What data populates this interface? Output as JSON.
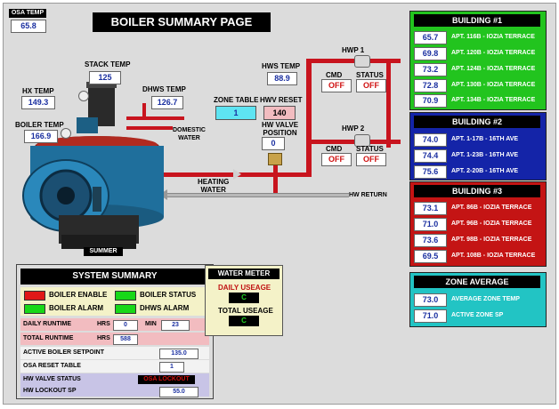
{
  "page_title": "BOILER SUMMARY PAGE",
  "osa": {
    "label": "OSA TEMP",
    "value": "65.8"
  },
  "boiler": {
    "stack_temp_label": "STACK TEMP",
    "stack_temp": "125",
    "hx_temp_label": "HX TEMP",
    "hx_temp": "149.3",
    "boiler_temp_label": "BOILER TEMP",
    "boiler_temp": "166.9",
    "dhws_temp_label": "DHWS TEMP",
    "dhws_temp": "126.7",
    "mode": "SUMMER",
    "domestic_water_label": "DOMESTIC\nWATER",
    "heating_water_label": "HEATING\nWATER",
    "hw_return_label": "HW RETURN"
  },
  "zone_table": {
    "label": "ZONE TABLE",
    "value": "1"
  },
  "hwv_reset": {
    "label": "HWV RESET",
    "value": "140"
  },
  "hw_valve": {
    "label": "HW VALVE\nPOSITION",
    "value": "0"
  },
  "hws_temp": {
    "label": "HWS TEMP",
    "value": "88.9"
  },
  "hwp1": {
    "label": "HWP 1",
    "cmd_label": "CMD",
    "status_label": "STATUS",
    "cmd": "OFF",
    "status": "OFF"
  },
  "hwp2": {
    "label": "HWP 2",
    "cmd_label": "CMD",
    "status_label": "STATUS",
    "cmd": "OFF",
    "status": "OFF"
  },
  "buildings": [
    {
      "title": "BUILDING #1",
      "color": "#22c41e",
      "rows": [
        {
          "value": "65.7",
          "name": "APT. 116B - IOZIA TERRACE"
        },
        {
          "value": "69.8",
          "name": "APT. 120B - IOZIA TERRACE"
        },
        {
          "value": "73.2",
          "name": "APT. 124B - IOZIA TERRACE"
        },
        {
          "value": "72.8",
          "name": "APT. 130B - IOZIA TERRACE"
        },
        {
          "value": "70.9",
          "name": "APT. 134B - IOZIA TERRACE"
        }
      ]
    },
    {
      "title": "BUILDING #2",
      "color": "#1424a8",
      "rows": [
        {
          "value": "74.0",
          "name": "APT. 1-17B - 16TH AVE"
        },
        {
          "value": "74.4",
          "name": "APT. 1-23B - 16TH AVE"
        },
        {
          "value": "75.6",
          "name": "APT. 2-20B - 16TH AVE"
        }
      ]
    },
    {
      "title": "BUILDING #3",
      "color": "#c41414",
      "rows": [
        {
          "value": "73.1",
          "name": "APT. 86B - IOZIA TERRACE"
        },
        {
          "value": "71.0",
          "name": "APT. 96B - IOZIA TERRACE"
        },
        {
          "value": "73.6",
          "name": "APT. 98B - IOZIA TERRACE"
        },
        {
          "value": "69.5",
          "name": "APT. 108B - IOZIA TERRACE"
        }
      ]
    }
  ],
  "zone_average": {
    "title": "ZONE AVERAGE",
    "color": "#22c4c4",
    "rows": [
      {
        "value": "73.0",
        "name": "AVERAGE ZONE TEMP"
      },
      {
        "value": "71.0",
        "name": "ACTIVE ZONE SP"
      }
    ]
  },
  "system_summary": {
    "title": "SYSTEM SUMMARY",
    "boiler_enable": "BOILER ENABLE",
    "boiler_enable_color": "#e01818",
    "boiler_status": "BOILER STATUS",
    "boiler_status_color": "#18d818",
    "boiler_alarm": "BOILER ALARM",
    "boiler_alarm_color": "#18d818",
    "dhws_alarm": "DHWS ALARM",
    "dhws_alarm_color": "#18d818",
    "daily_runtime_label": "DAILY RUNTIME",
    "hrs_label": "HRS",
    "min_label": "MIN",
    "daily_hrs": "0",
    "daily_min": "23",
    "total_runtime_label": "TOTAL RUNTIME",
    "total_hrs_label": "HRS",
    "total_hrs": "588",
    "active_setpoint_label": "ACTIVE BOILER SETPOINT",
    "active_setpoint": "135.0",
    "osa_reset_label": "OSA RESET TABLE",
    "osa_reset": "1",
    "hw_valve_status_label": "HW VALVE STATUS",
    "hw_valve_status": "OSA LOCKOUT",
    "hw_lockout_label": "HW LOCKOUT SP",
    "hw_lockout": "55.0"
  },
  "water_meter": {
    "title": "WATER METER",
    "daily_label": "DAILY USEAGE",
    "daily_value": "C",
    "total_label": "TOTAL USEAGE",
    "total_value": "C"
  }
}
